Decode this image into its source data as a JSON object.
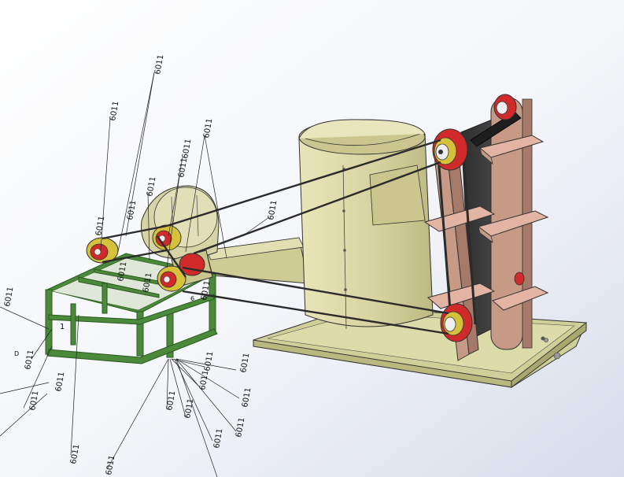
{
  "labels": {
    "part_no": "6011",
    "small_label": "1",
    "d_label": "D",
    "six_label": "6"
  },
  "colors": {
    "background_top": "#ffffff",
    "background_bottom": "#d7dcea",
    "frame_green": "#4a8a3a",
    "hopper": "#d7d3a0",
    "tray": "#cfcf9a",
    "belt_dark": "#2b2b2b",
    "pulley_red": "#d12a2a",
    "pulley_yellow": "#d6c23a",
    "upright": "#c79a86",
    "bucket": "#e3b3a3",
    "belt_panel": "#4a4a4a",
    "leader_line": "#222222"
  },
  "icons": [
    "pulley-icon"
  ]
}
